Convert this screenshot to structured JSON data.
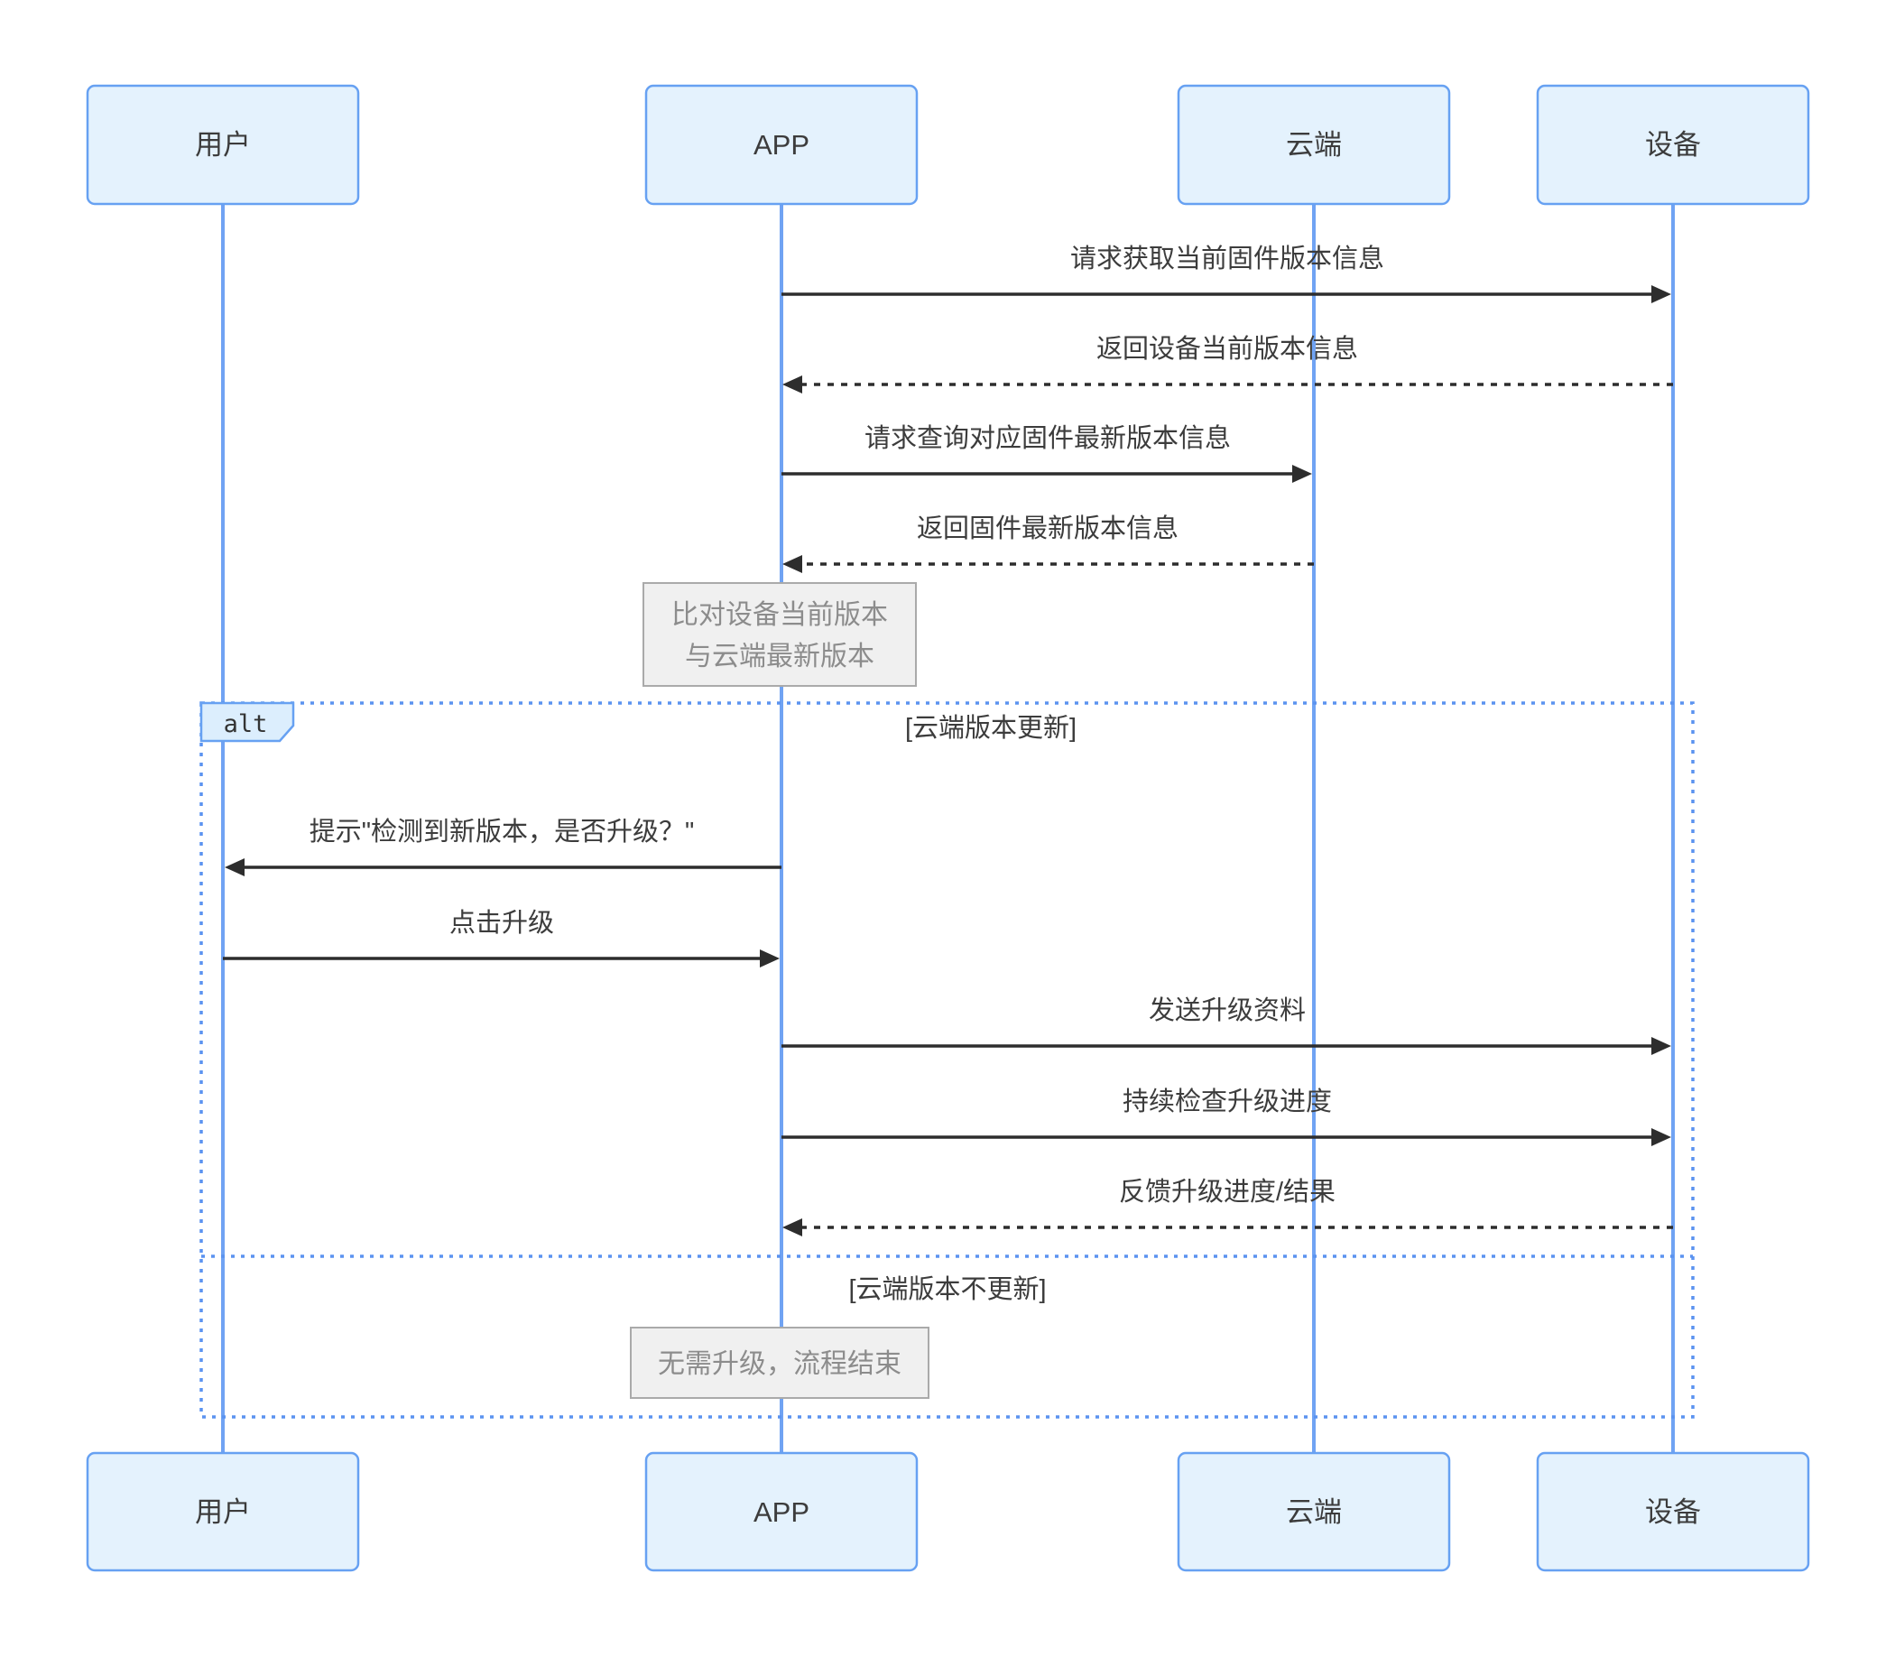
{
  "participants": [
    {
      "id": "user",
      "label": "用户"
    },
    {
      "id": "app",
      "label": "APP"
    },
    {
      "id": "cloud",
      "label": "云端"
    },
    {
      "id": "device",
      "label": "设备"
    }
  ],
  "messages": [
    {
      "text": "请求获取当前固件版本信息",
      "from": "APP",
      "to": "设备",
      "line": "solid"
    },
    {
      "text": "返回设备当前版本信息",
      "from": "设备",
      "to": "APP",
      "line": "dashed"
    },
    {
      "text": "请求查询对应固件最新版本信息",
      "from": "APP",
      "to": "云端",
      "line": "solid"
    },
    {
      "text": "返回固件最新版本信息",
      "from": "云端",
      "to": "APP",
      "line": "dashed"
    },
    {
      "text": "提示\"检测到新版本，是否升级？\"",
      "from": "APP",
      "to": "用户",
      "line": "solid"
    },
    {
      "text": "点击升级",
      "from": "用户",
      "to": "APP",
      "line": "solid"
    },
    {
      "text": "发送升级资料",
      "from": "APP",
      "to": "设备",
      "line": "solid"
    },
    {
      "text": "持续检查升级进度",
      "from": "APP",
      "to": "设备",
      "line": "solid"
    },
    {
      "text": "反馈升级进度/结果",
      "from": "设备",
      "to": "APP",
      "line": "dashed"
    }
  ],
  "notes": [
    {
      "lines": [
        "比对设备当前版本",
        "与云端最新版本"
      ]
    },
    {
      "lines": [
        "无需升级，流程结束"
      ]
    }
  ],
  "alt_frame": {
    "operator": "alt",
    "branches": [
      "[云端版本更新]",
      "[云端版本不更新]"
    ]
  },
  "colors": {
    "participant_fill": "#E4F2FD",
    "participant_border": "#67A1F2",
    "lifeline": "#70A3F3",
    "frame_border": "#5B93F0",
    "frame_tab_fill": "#DCEEFD",
    "note_fill": "#F0F0F0",
    "note_border": "#AAAAAA",
    "note_text": "#8C8C8C",
    "message_text": "#3C3C3C",
    "arrow": "#2D2D2D",
    "background": "#FFFFFF"
  }
}
